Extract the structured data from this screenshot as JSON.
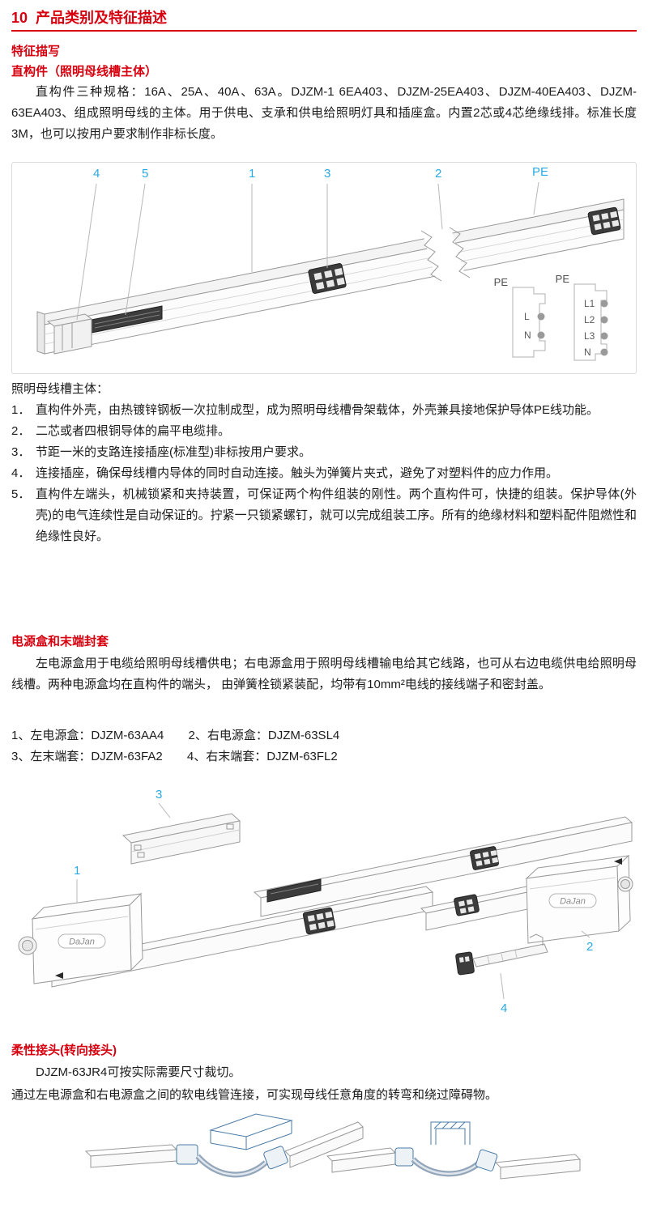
{
  "page": {
    "number": "10",
    "title": "产品类别及特征描述"
  },
  "sections": {
    "feature_heading": "特征描写",
    "straight_heading": "直构件（照明母线槽主体）",
    "straight_intro": "直构件三种规格：16A、25A、40A、63A。DJZM-1 6EA403、DJZM-25EA403、DJZM-40EA403、DJZM-63EA403、组成照明母线的主体。用于供电、支承和供电给照明灯具和插座盒。内置2芯或4芯绝缘线排。标准长度3M，也可以按用户要求制作非标长度。"
  },
  "diagram1": {
    "callouts": [
      "4",
      "5",
      "1",
      "3",
      "2"
    ],
    "pe": "PE",
    "terminal_2wire": {
      "pe": "PE",
      "labels": [
        "L",
        "N"
      ]
    },
    "terminal_4wire": {
      "pe": "PE",
      "labels": [
        "L1",
        "L2",
        "L3",
        "N"
      ]
    }
  },
  "main_body": {
    "title": "照明母线槽主体：",
    "items": [
      {
        "num": "1．",
        "text": "直构件外壳，由热镀锌钢板一次拉制成型，成为照明母线槽骨架载体，外壳兼具接地保护导体PE线功能。"
      },
      {
        "num": "2．",
        "text": "二芯或者四根铜导体的扁平电缆排。"
      },
      {
        "num": "3．",
        "text": "节距一米的支路连接插座(标准型)非标按用户要求。"
      },
      {
        "num": "4．",
        "text": "连接插座，确保母线槽内导体的同时自动连接。触头为弹簧片夹式，避免了对塑料件的应力作用。"
      },
      {
        "num": "5．",
        "text": "直构件左端头，机械锁紧和夹持装置，可保证两个构件组装的刚性。两个直构件可，快捷的组装。保护导体(外壳)的电气连续性是自动保证的。拧紧一只锁紧螺钉，就可以完成组装工序。所有的绝缘材料和塑料配件阻燃性和绝缘性良好。"
      }
    ]
  },
  "power_section": {
    "heading": "电源盒和末端封套",
    "para": "左电源盒用于电缆给照明母线槽供电；右电源盒用于照明母线槽输电给其它线路，也可从右边电缆供电给照明母线槽。两种电源盒均在直构件的端头， 由弹簧栓锁紧装配，均带有10mm²电线的接线端子和密封盖。",
    "models": [
      "1、左电源盒：DJZM-63AA4",
      "2、右电源盒：DJZM-63SL4",
      "3、左末端套：DJZM-63FA2",
      "4、右末端套：DJZM-63FL2"
    ]
  },
  "diagram2": {
    "callout_end_cap": "3",
    "callout_left_box": "1",
    "callout_right_box": "2",
    "callout_flex": "4",
    "brand": "DaJan"
  },
  "flexible_section": {
    "heading": "柔性接头(转向接头)",
    "line1": "DJZM-63JR4可按实际需要尺寸裁切。",
    "line2": "通过左电源盒和右电源盒之间的软电线管连接，可实现母线任意角度的转弯和绕过障碍物。"
  },
  "colors": {
    "accent_red": "#d7000f",
    "callout_cyan": "#29a9e2",
    "diagram_blue": "#4a7ba6"
  }
}
